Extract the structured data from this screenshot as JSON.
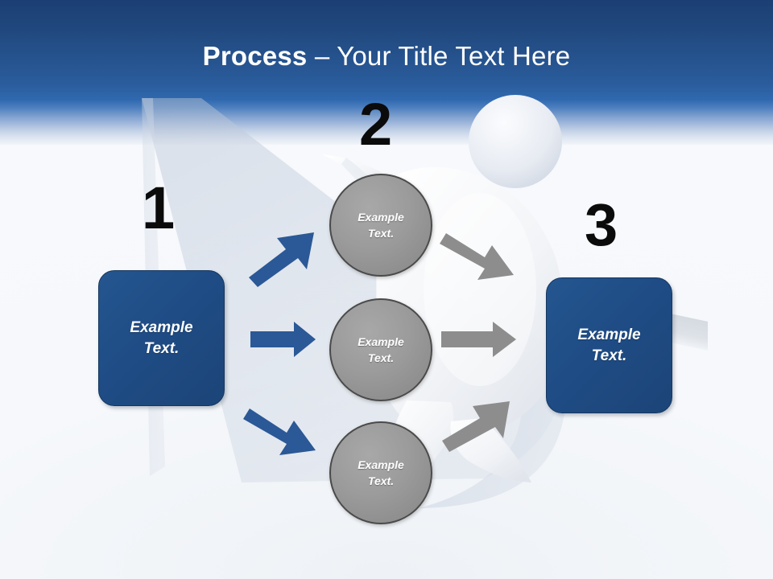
{
  "slide": {
    "title_strong": "Process",
    "title_rest": " – Your Title Text Here",
    "background_top_color": "#1b3f74",
    "background_mid_color": "#2f68ae",
    "background_bottom_color": "#f4f7fa"
  },
  "colors": {
    "accent_blue": "#1f4c85",
    "arrow_blue": "#2b5896",
    "circle_gray": "#9a9a9a",
    "arrow_gray": "#8d8d8d",
    "circle_border": "#4a4a4a",
    "number_black": "#0b0b0b",
    "swoosh_blue_gray": "#c8d2e0"
  },
  "steps": [
    {
      "number": "1",
      "label": "Example\nText."
    },
    {
      "number": "2",
      "label": "Example\nText."
    },
    {
      "number": "3",
      "label": "Example\nText."
    }
  ],
  "stages": {
    "left_box": {
      "label": "Example\nText."
    },
    "right_box": {
      "label": "Example\nText."
    },
    "circles": [
      {
        "label": "Example\nText."
      },
      {
        "label": "Example\nText."
      },
      {
        "label": "Example\nText."
      }
    ]
  },
  "arrows": {
    "blue": [
      {
        "name": "arrow-left-to-top-circle",
        "direction": "up-right",
        "color": "#2b5896"
      },
      {
        "name": "arrow-left-to-middle-circle",
        "direction": "right",
        "color": "#2b5896"
      },
      {
        "name": "arrow-left-to-bottom-circle",
        "direction": "down-right",
        "color": "#2b5896"
      }
    ],
    "gray": [
      {
        "name": "arrow-top-circle-to-right",
        "direction": "down-right",
        "color": "#8d8d8d"
      },
      {
        "name": "arrow-middle-circle-to-right",
        "direction": "right",
        "color": "#8d8d8d"
      },
      {
        "name": "arrow-bottom-circle-to-right",
        "direction": "up-right",
        "color": "#8d8d8d"
      }
    ]
  },
  "decorations": {
    "mannequin": "3d-figure-illustration",
    "swoosh": "curved-ribbon-shape"
  }
}
